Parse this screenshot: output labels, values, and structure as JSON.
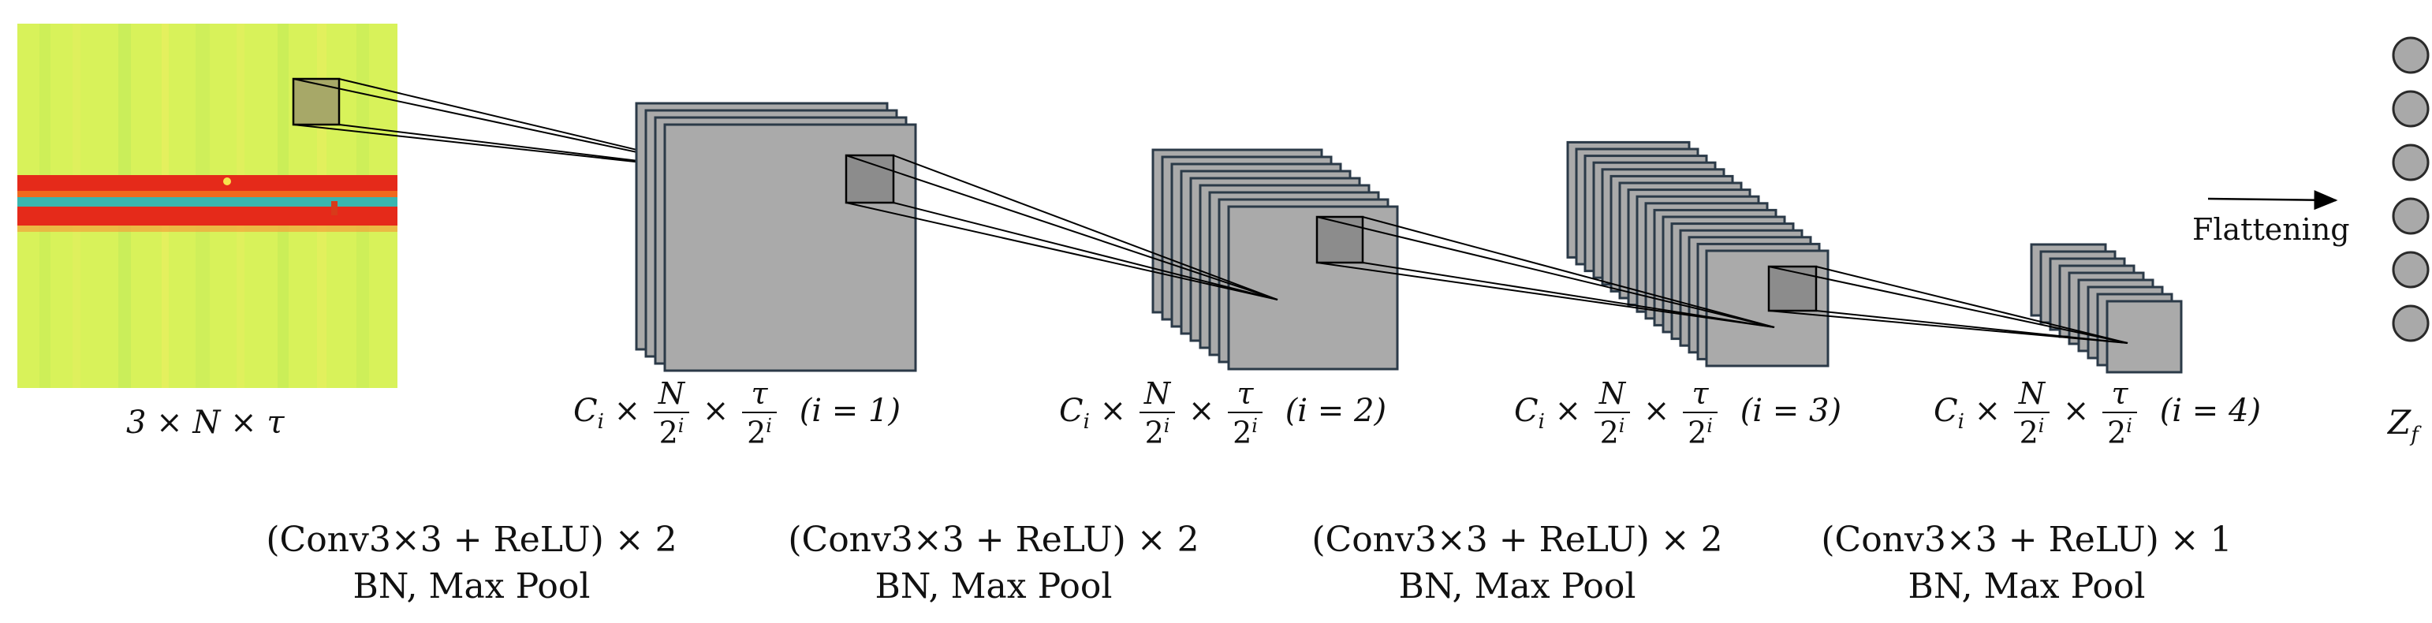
{
  "input_label": "3 × N × τ",
  "layers": [
    {
      "dim": {
        "c": "C",
        "sub": "i",
        "times": "×",
        "num1": "N",
        "den1": "2",
        "exp1": "i",
        "num2": "τ",
        "den2": "2",
        "exp2": "i",
        "index": "(i = 1)"
      },
      "ops_line1": "(Conv3×3 + ReLU) × 2",
      "ops_line2": "BN, Max Pool"
    },
    {
      "dim": {
        "c": "C",
        "sub": "i",
        "times": "×",
        "num1": "N",
        "den1": "2",
        "exp1": "i",
        "num2": "τ",
        "den2": "2",
        "exp2": "i",
        "index": "(i = 2)"
      },
      "ops_line1": "(Conv3×3 + ReLU) × 2",
      "ops_line2": "BN, Max Pool"
    },
    {
      "dim": {
        "c": "C",
        "sub": "i",
        "times": "×",
        "num1": "N",
        "den1": "2",
        "exp1": "i",
        "num2": "τ",
        "den2": "2",
        "exp2": "i",
        "index": "(i = 3)"
      },
      "ops_line1": "(Conv3×3 + ReLU) × 2",
      "ops_line2": "BN, Max Pool"
    },
    {
      "dim": {
        "c": "C",
        "sub": "i",
        "times": "×",
        "num1": "N",
        "den1": "2",
        "exp1": "i",
        "num2": "τ",
        "den2": "2",
        "exp2": "i",
        "index": "(i = 4)"
      },
      "ops_line1": "(Conv3×3 + ReLU) × 1",
      "ops_line2": "BN, Max Pool"
    }
  ],
  "flattening_label": "Flattening",
  "output_label": {
    "main": "Z",
    "sub": "f"
  },
  "output_node_count": 6,
  "colors": {
    "feature_map_fill": "#aaaaaa",
    "feature_map_stroke": "#2b3a48",
    "kernel_fill": "#8c8c8c",
    "node_fill": "#a9a9a9",
    "input_background": "#d8f25a",
    "input_band_red": "#e52a1a",
    "input_band_orange": "#f06a1e",
    "input_band_cyan": "#39b6b0"
  }
}
